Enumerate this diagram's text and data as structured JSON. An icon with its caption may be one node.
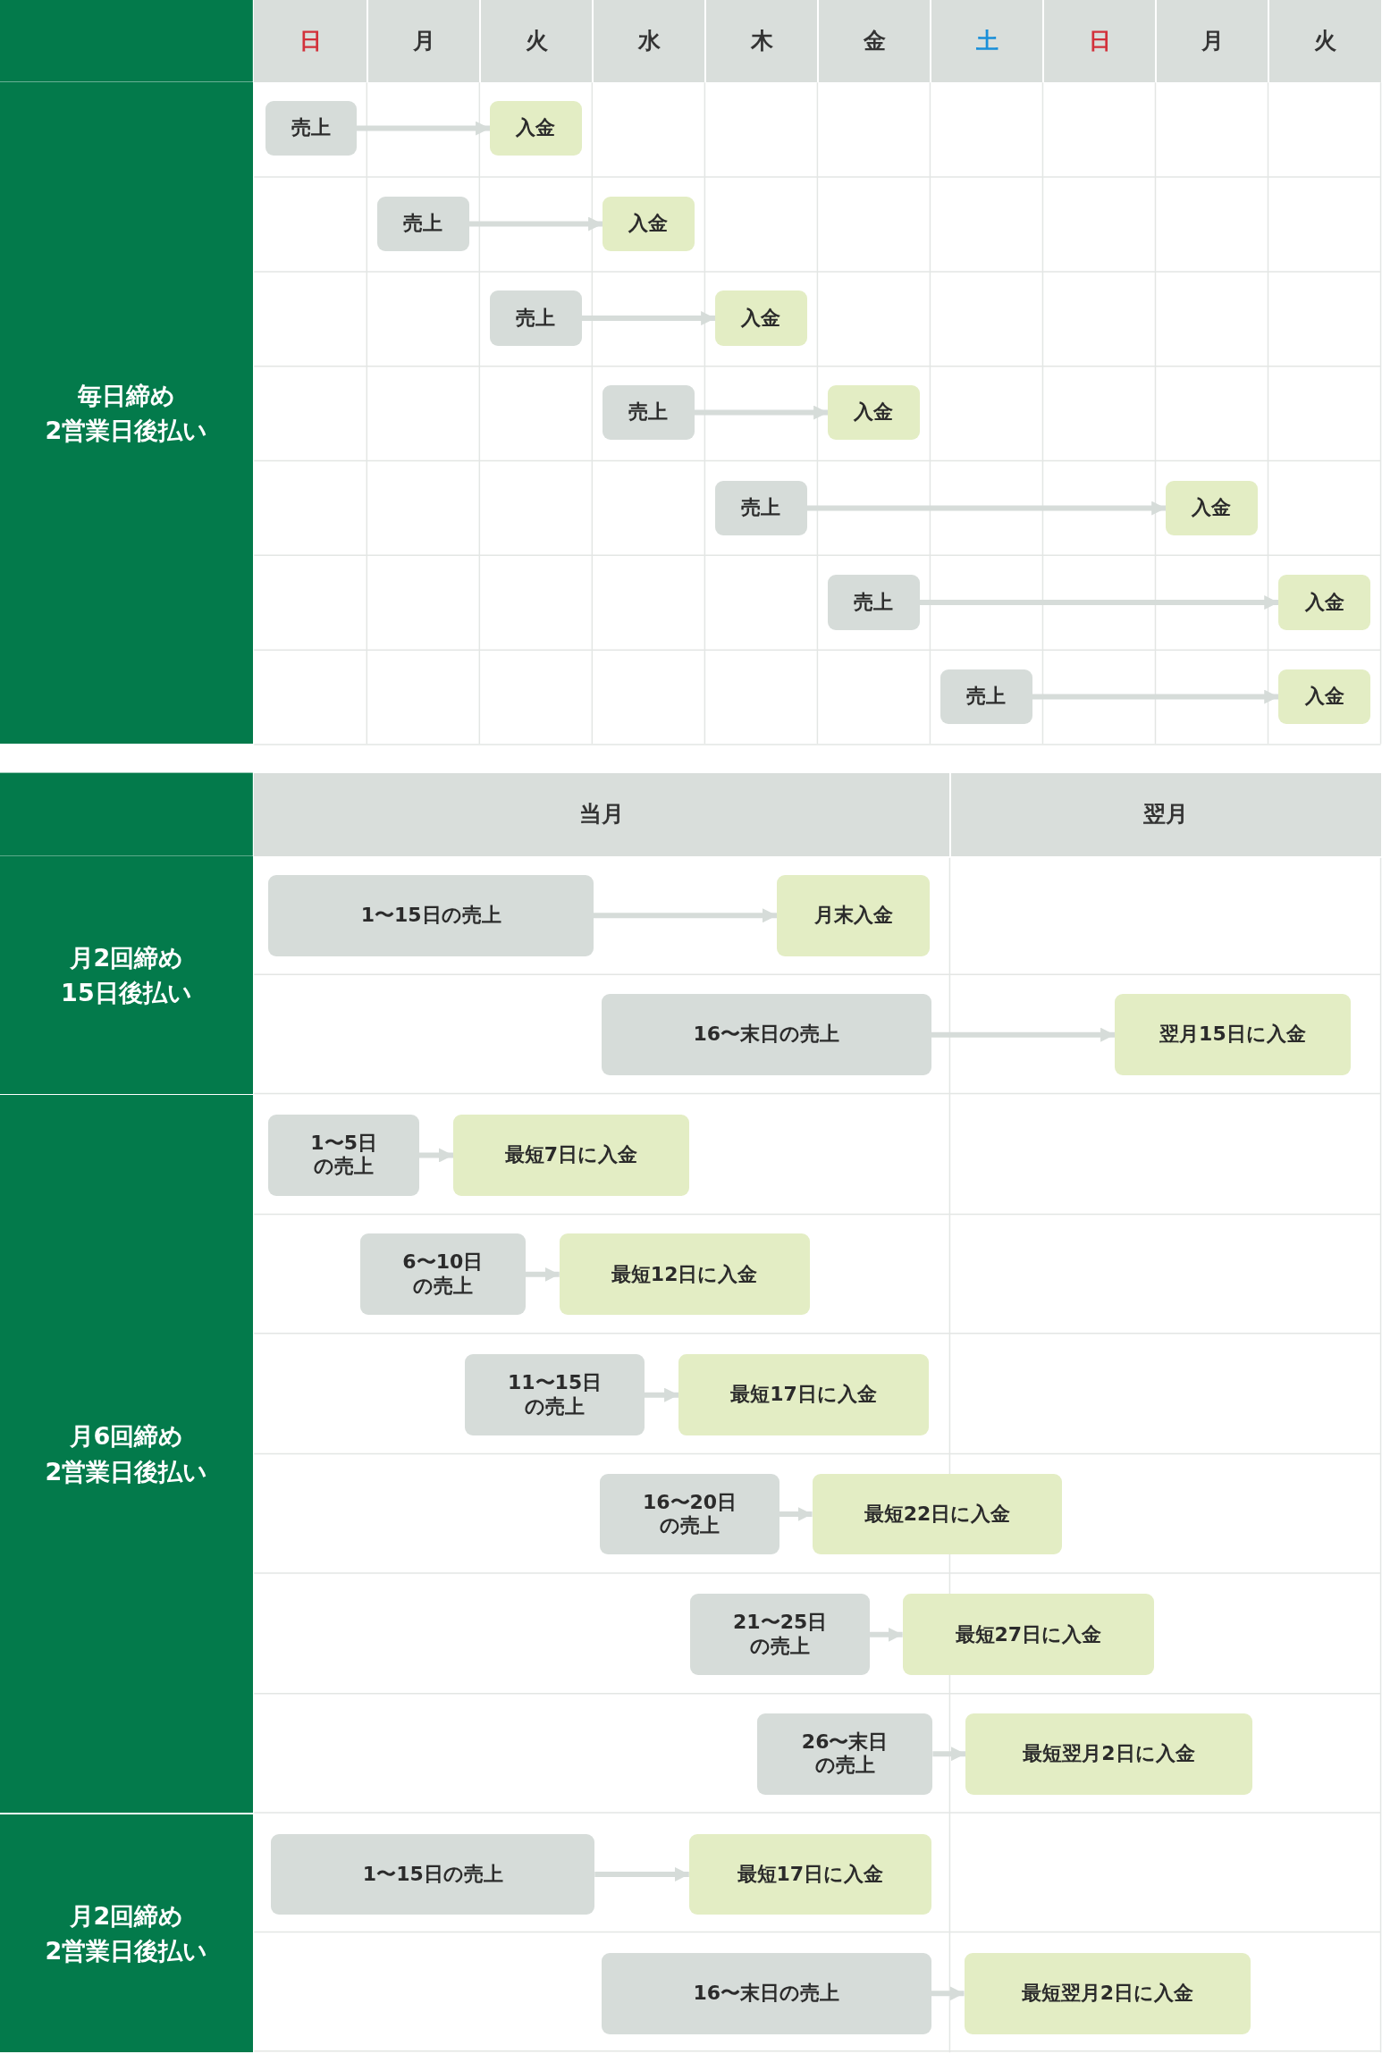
{
  "diagram": {
    "nodes": [
      {
        "text": [
          "売上"
        ]
      },
      {
        "text": [
          "入金"
        ]
      },
      {
        "text": [
          "売上"
        ]
      },
      {
        "text": [
          "入金"
        ]
      },
      {
        "text": [
          "売上"
        ]
      },
      {
        "text": [
          "入金"
        ]
      },
      {
        "text": [
          "売上"
        ]
      },
      {
        "text": [
          "入金"
        ]
      },
      {
        "text": [
          "売上"
        ]
      },
      {
        "text": [
          "入金"
        ]
      },
      {
        "text": [
          "売上"
        ]
      },
      {
        "text": [
          "入金"
        ]
      },
      {
        "text": [
          "売上"
        ]
      },
      {
        "text": [
          "入金"
        ]
      },
      {
        "text": [
          "1〜15日の売上"
        ]
      },
      {
        "text": [
          "月末入金"
        ]
      },
      {
        "text": [
          "16〜末日の売上"
        ]
      },
      {
        "text": [
          "翌月15日に入金"
        ]
      },
      {
        "text": [
          "1〜5日の売上"
        ]
      },
      {
        "text": [
          "最短7日に入金"
        ]
      },
      {
        "text": [
          "6〜10日の売上"
        ]
      },
      {
        "text": [
          "最短12日に入金"
        ]
      },
      {
        "text": [
          "11〜15日の売上"
        ]
      },
      {
        "text": [
          "最短17日に入金"
        ]
      },
      {
        "text": [
          "16〜20日の売上"
        ]
      },
      {
        "text": [
          "最短22日に入金"
        ]
      },
      {
        "text": [
          "21〜25日の売上"
        ]
      },
      {
        "text": [
          "最短27日に入金"
        ]
      },
      {
        "text": [
          "26〜末日の売上"
        ]
      },
      {
        "text": [
          "最短翌月2日に入金"
        ]
      },
      {
        "text": [
          "1〜15日の売上"
        ]
      },
      {
        "text": [
          "最短17日に入金"
        ]
      },
      {
        "text": [
          "16〜末日の売上"
        ]
      },
      {
        "text": [
          "最短翌月2日に入金"
        ]
      }
    ],
    "edges": [
      {
        "from": 0,
        "to": 1,
        "arrow": "to"
      },
      {
        "from": 2,
        "to": 3,
        "arrow": "to"
      },
      {
        "from": 4,
        "to": 5,
        "arrow": "to"
      },
      {
        "from": 6,
        "to": 7,
        "arrow": "to"
      },
      {
        "from": 8,
        "to": 9,
        "arrow": "to"
      },
      {
        "from": 10,
        "to": 11,
        "arrow": "to"
      },
      {
        "from": 12,
        "to": 13,
        "arrow": "to"
      },
      {
        "from": 14,
        "to": 15,
        "arrow": "to"
      },
      {
        "from": 16,
        "to": 17,
        "arrow": "to"
      },
      {
        "from": 18,
        "to": 19,
        "arrow": "to"
      },
      {
        "from": 20,
        "to": 21,
        "arrow": "to"
      },
      {
        "from": 22,
        "to": 23,
        "arrow": "to"
      },
      {
        "from": 24,
        "to": 25,
        "arrow": "to"
      },
      {
        "from": 26,
        "to": 27,
        "arrow": "to"
      },
      {
        "from": 28,
        "to": 29,
        "arrow": "to"
      },
      {
        "from": 30,
        "to": 31,
        "arrow": "to"
      },
      {
        "from": 32,
        "to": 33,
        "arrow": "to"
      }
    ],
    "labels": [
      "日",
      "月",
      "火",
      "水",
      "木",
      "金",
      "土",
      "日",
      "月",
      "火",
      "毎日締め 2営業日後払い",
      "当月",
      "翌月",
      "月2回締め 15日後払い",
      "月6回締め 2営業日後払い",
      "月2回締め 2営業日後払い"
    ]
  }
}
